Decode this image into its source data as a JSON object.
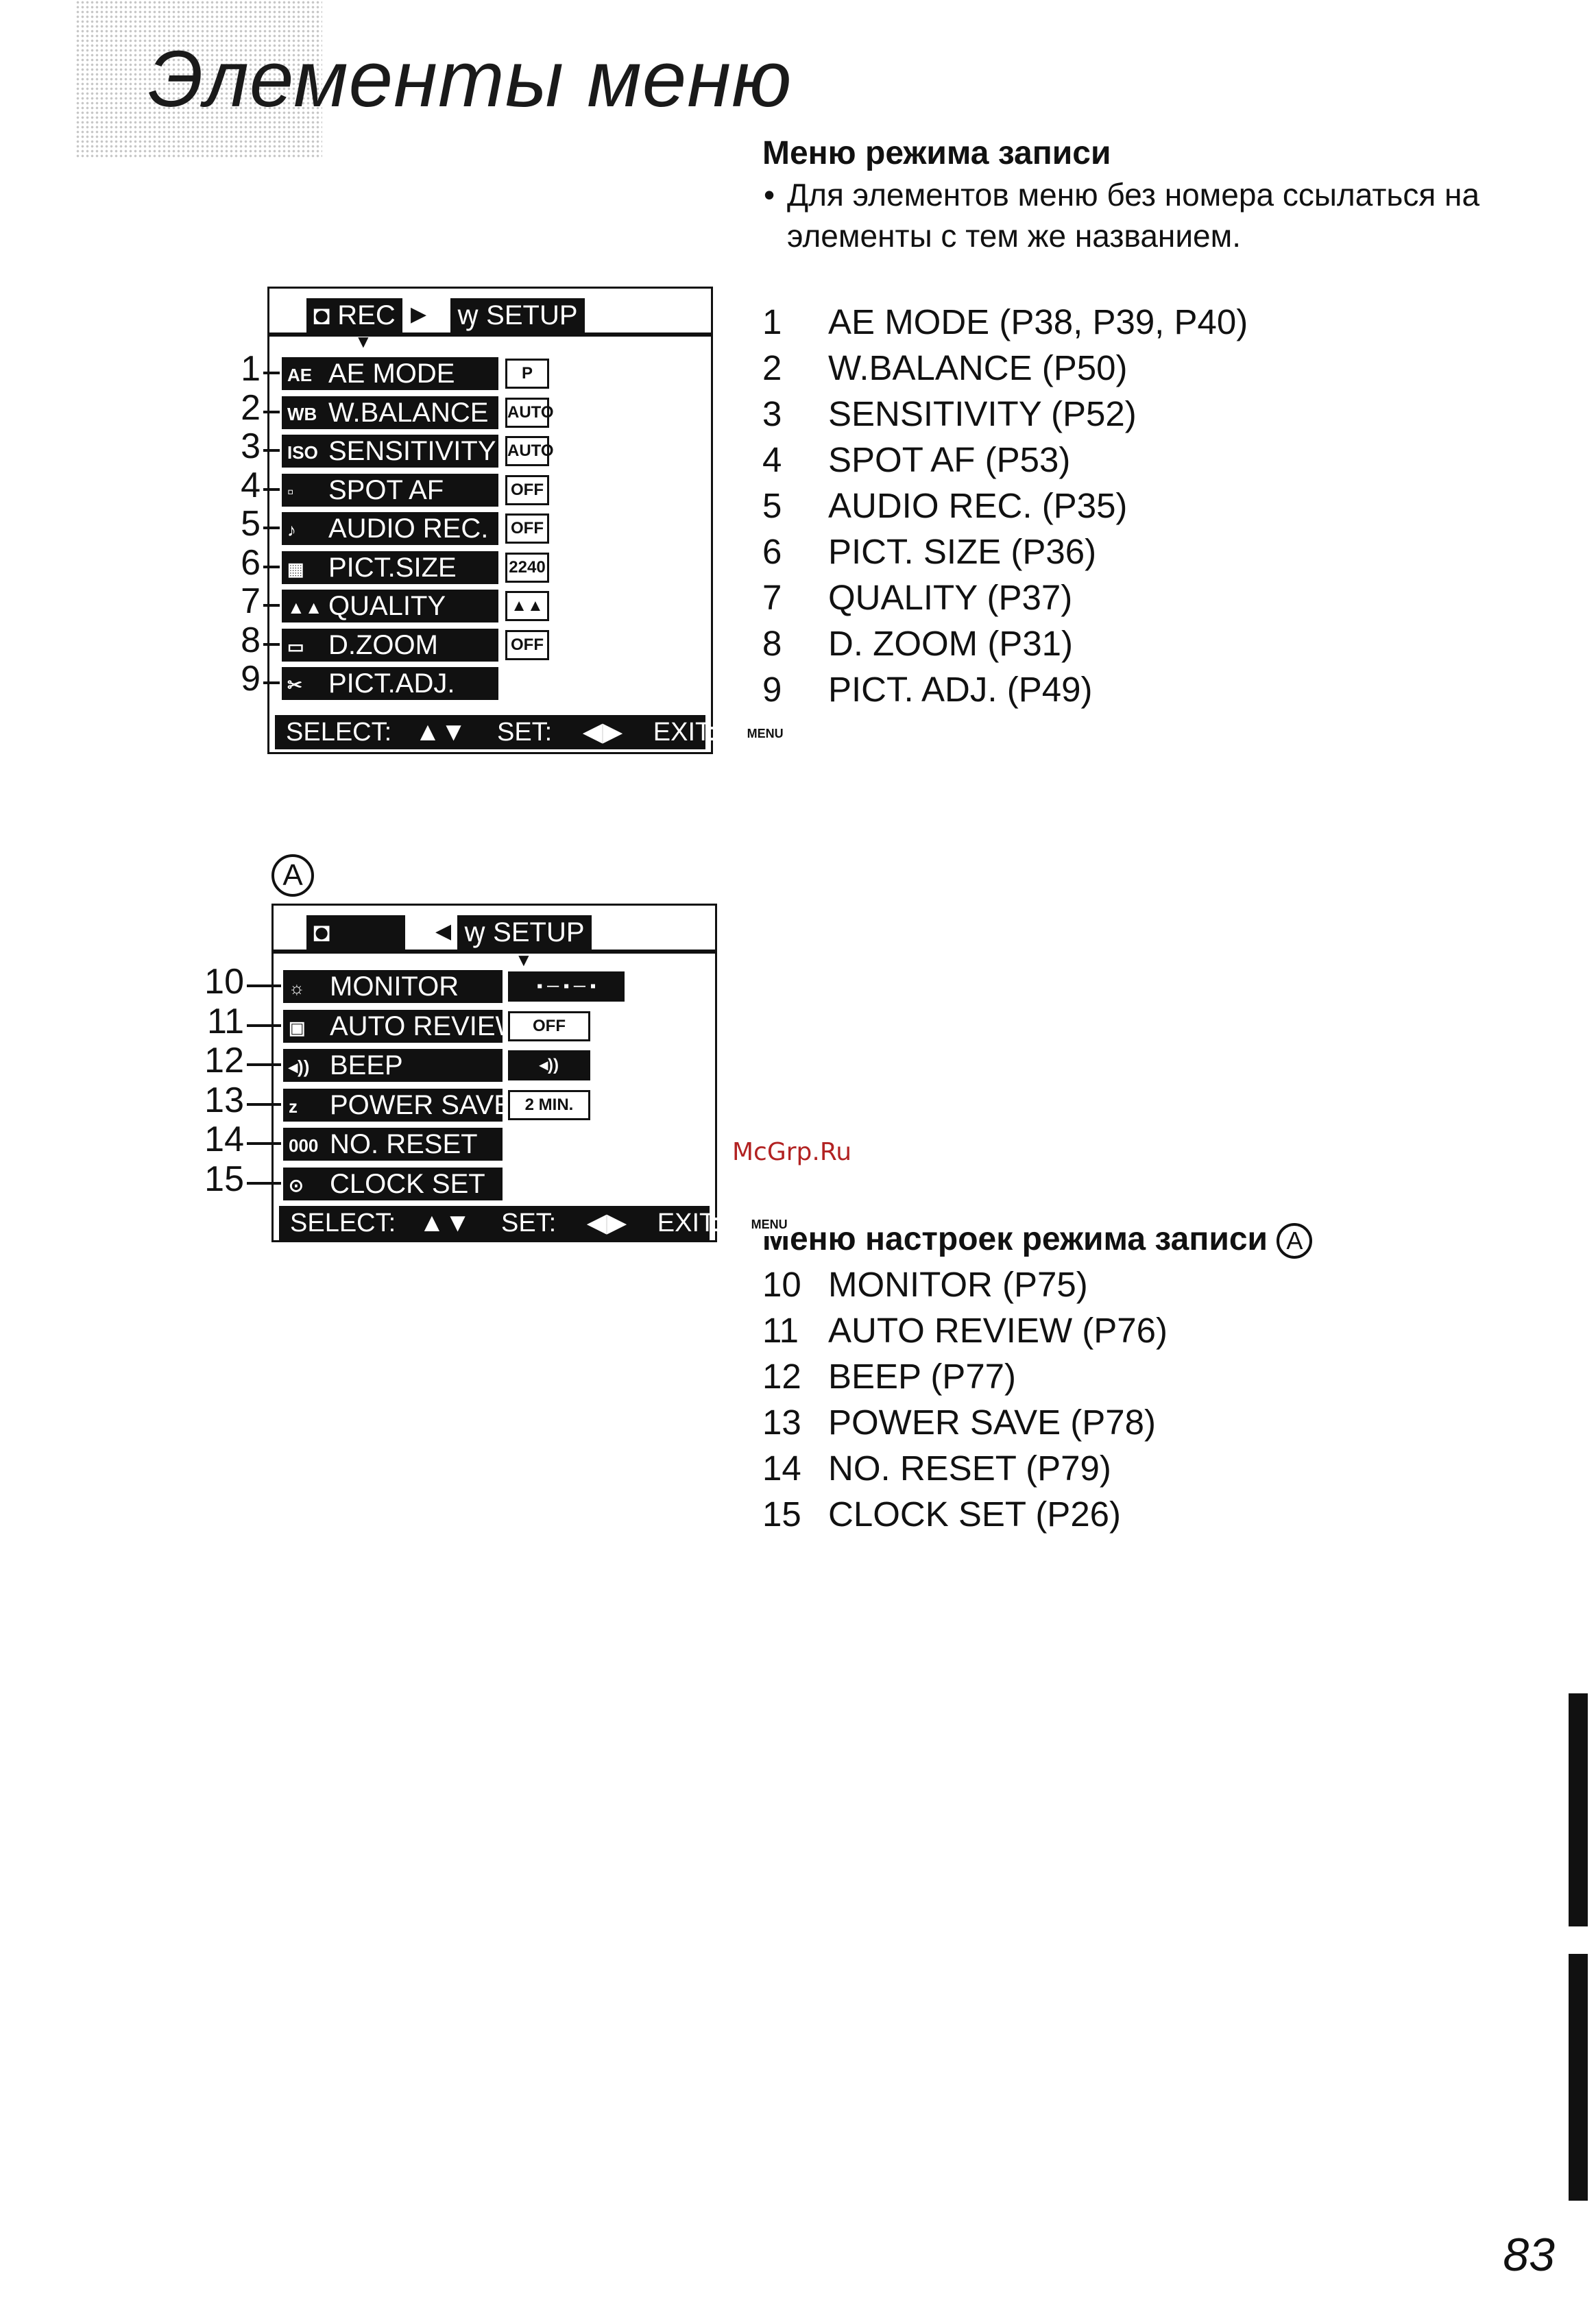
{
  "title": "Элементы меню",
  "rec_section": {
    "heading": "Меню режима записи",
    "note": "Для элементов меню без номера ссылаться на элементы с тем же названием.",
    "items": [
      {
        "num": "1",
        "text": "AE MODE (P38, P39, P40)"
      },
      {
        "num": "2",
        "text": "W.BALANCE (P50)"
      },
      {
        "num": "3",
        "text": "SENSITIVITY (P52)"
      },
      {
        "num": "4",
        "text": "SPOT AF (P53)"
      },
      {
        "num": "5",
        "text": "AUDIO REC. (P35)"
      },
      {
        "num": "6",
        "text": "PICT. SIZE (P36)"
      },
      {
        "num": "7",
        "text": "QUALITY (P37)"
      },
      {
        "num": "8",
        "text": "D. ZOOM (P31)"
      },
      {
        "num": "9",
        "text": "PICT. ADJ. (P49)"
      }
    ]
  },
  "setup_section": {
    "heading": "Меню настроек режима записи",
    "marker": "A",
    "items": [
      {
        "num": "10",
        "text": "MONITOR (P75)"
      },
      {
        "num": "11",
        "text": "AUTO REVIEW (P76)"
      },
      {
        "num": "12",
        "text": "BEEP (P77)"
      },
      {
        "num": "13",
        "text": "POWER SAVE (P78)"
      },
      {
        "num": "14",
        "text": "NO. RESET (P79)"
      },
      {
        "num": "15",
        "text": "CLOCK SET (P26)"
      }
    ]
  },
  "screen1": {
    "tab_rec": "REC",
    "tab_setup": "SETUP",
    "rows": [
      {
        "num": "1",
        "icon": "AE",
        "label": "AE MODE",
        "value": "P"
      },
      {
        "num": "2",
        "icon": "WB",
        "label": "W.BALANCE",
        "value": "AUTO"
      },
      {
        "num": "3",
        "icon": "ISO",
        "label": "SENSITIVITY",
        "value": "AUTO"
      },
      {
        "num": "4",
        "icon": "▫",
        "label": "SPOT AF",
        "value": "OFF"
      },
      {
        "num": "5",
        "icon": "♪",
        "label": "AUDIO REC.",
        "value": "OFF"
      },
      {
        "num": "6",
        "icon": "▦",
        "label": "PICT.SIZE",
        "value": "2240"
      },
      {
        "num": "7",
        "icon": "▲▲",
        "label": "QUALITY",
        "value": "▲▲"
      },
      {
        "num": "8",
        "icon": "▭",
        "label": "D.ZOOM",
        "value": "OFF"
      },
      {
        "num": "9",
        "icon": "✂",
        "label": "PICT.ADJ.",
        "value": ""
      }
    ],
    "footer": {
      "select": "SELECT:",
      "set": "SET:",
      "exit": "EXIT:",
      "menu": "MENU"
    }
  },
  "screen2": {
    "marker": "A",
    "tab_setup": "SETUP",
    "rows": [
      {
        "num": "10",
        "icon": "☼",
        "label": "MONITOR",
        "value": "▪ ─ ▪ ─ ▪"
      },
      {
        "num": "11",
        "icon": "▣",
        "label": "AUTO REVIEW",
        "value": "OFF"
      },
      {
        "num": "12",
        "icon": "◂))",
        "label": "BEEP",
        "value": "◂))"
      },
      {
        "num": "13",
        "icon": "z",
        "label": "POWER SAVE",
        "value": "2 MIN."
      },
      {
        "num": "14",
        "icon": "000",
        "label": "NO. RESET",
        "value": ""
      },
      {
        "num": "15",
        "icon": "⊙",
        "label": "CLOCK SET",
        "value": ""
      }
    ],
    "footer": {
      "select": "SELECT:",
      "set": "SET:",
      "exit": "EXIT:",
      "menu": "MENU"
    }
  },
  "watermark": "McGrp.Ru",
  "page_number": "83"
}
